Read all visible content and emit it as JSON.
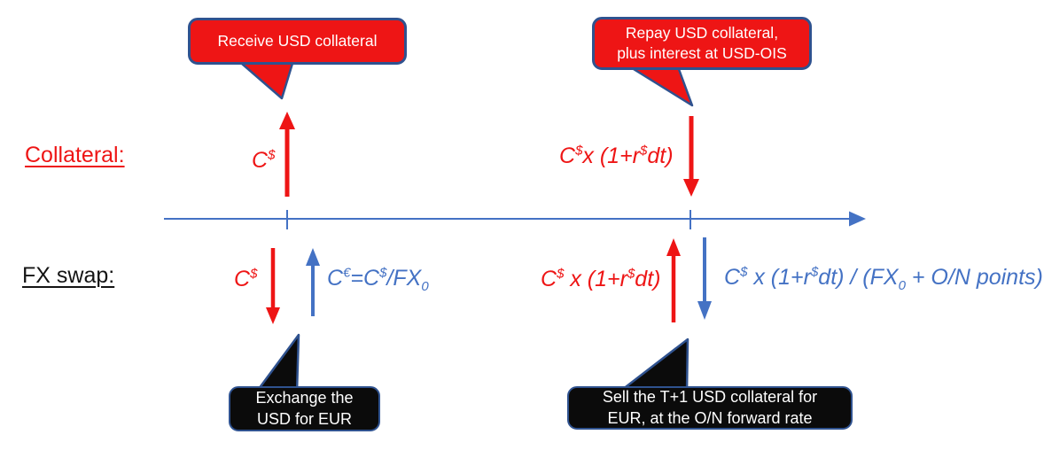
{
  "colors": {
    "red": "#ee1515",
    "blue": "#4472c4",
    "navy_border": "#2f528f",
    "black_fill": "#0b0b0b"
  },
  "rows": {
    "collateral_label": "Collateral:",
    "fx_swap_label": "FX swap:"
  },
  "callouts": {
    "receive_usd": "Receive USD collateral",
    "repay_usd": "Repay USD collateral,\nplus interest at USD-OIS",
    "exchange_usd": "Exchange the\nUSD for EUR",
    "sell_t1": "Sell the T+1 USD collateral for\nEUR, at the O/N forward rate"
  },
  "formulas": {
    "collateral_post": "C^{$}",
    "collateral_return": "C^{$}x (1+r^{$}dt)",
    "fx_spot_usd_leg": "C^{$}",
    "fx_spot_eur_leg": "C^{€}=C^{$}/FX_{0}",
    "fx_forward_usd_leg": "C^{$} x (1+r^{$}dt)",
    "fx_forward_eur_leg": "C^{$} x (1+r^{$}dt) / (FX_{0} + O/N points)"
  }
}
